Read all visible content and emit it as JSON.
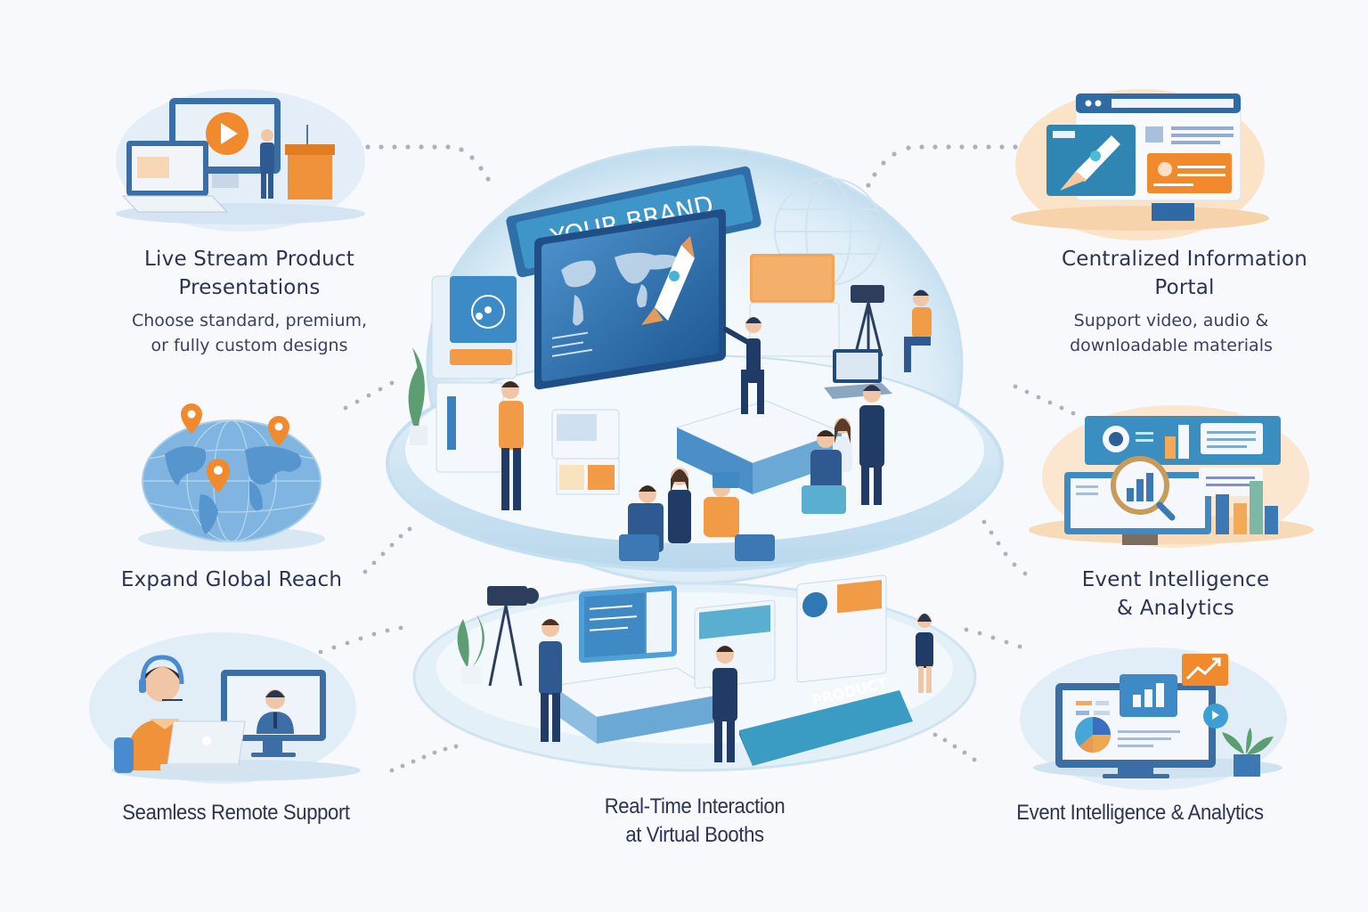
{
  "center": {
    "brand_banner": "YOUR BRAND",
    "booth_sign": "PRODUCT"
  },
  "features": [
    {
      "id": "live-stream",
      "title_lines": [
        "Live Stream Product",
        "Presentations"
      ],
      "subtitle_lines": [
        "Choose standard, premium,",
        "or fully custom designs"
      ],
      "icon": "video-play-icon"
    },
    {
      "id": "information-portal",
      "title_lines": [
        "Centralized Information",
        "Portal"
      ],
      "subtitle_lines": [
        "Support video, audio &",
        "downloadable materials"
      ],
      "icon": "rocket-browser-icon"
    },
    {
      "id": "global-reach",
      "title_lines": [
        "Expand Global Reach"
      ],
      "icon": "globe-pins-icon"
    },
    {
      "id": "event-intelligence",
      "title_lines": [
        "Event Intelligence",
        "& Analytics"
      ],
      "icon": "magnifier-chart-icon"
    },
    {
      "id": "remote-support",
      "title_lines": [
        "Seamless Remote Support"
      ],
      "icon": "headset-agent-icon"
    },
    {
      "id": "virtual-booths",
      "title_lines": [
        "Real-Time Interaction",
        "at Virtual Booths"
      ],
      "icon": "booth-icon"
    },
    {
      "id": "analytics-dashboard",
      "title_lines": [
        "Event Intelligence & Analytics"
      ],
      "icon": "dashboard-trend-icon"
    }
  ],
  "colors": {
    "navy": "#2b3452",
    "primary_blue": "#3a78b5",
    "teal": "#3a9cc2",
    "orange": "#f0923a",
    "light_blue": "#dcebf6"
  }
}
